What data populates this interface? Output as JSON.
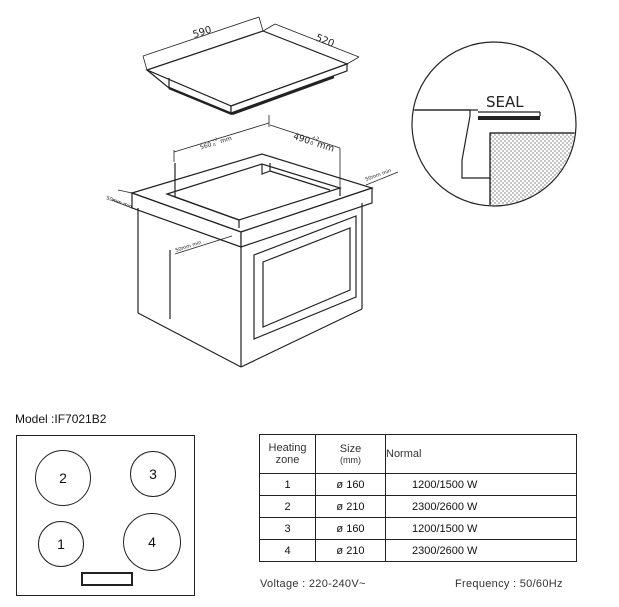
{
  "dimensions": {
    "hob_width": "590",
    "hob_depth": "520",
    "cutout_width": "560",
    "cutout_width_tol": "+2",
    "cutout_width_tol_low": "0",
    "cutout_width_unit": "mm",
    "cutout_depth": "490",
    "cutout_depth_tol": "+2",
    "cutout_depth_tol_low": "0",
    "cutout_depth_unit": "mm",
    "clearance_right": "50mm min",
    "clearance_left": "50mm min",
    "clearance_front": "50mm min"
  },
  "detail": {
    "seal_label": "SEAL"
  },
  "model": {
    "label": "Model :",
    "value": "IF7021B2"
  },
  "hob_layout": {
    "zones": [
      {
        "label": "2"
      },
      {
        "label": "3"
      },
      {
        "label": "1"
      },
      {
        "label": "4"
      }
    ]
  },
  "table": {
    "headers": {
      "zone_line1": "Heating",
      "zone_line2": "zone",
      "size_line1": "Size",
      "size_line2": "(mm)",
      "power": "Normal"
    },
    "rows": [
      {
        "zone": "1",
        "size": "ø 160",
        "power": "1200/1500 W"
      },
      {
        "zone": "2",
        "size": "ø 210",
        "power": "2300/2600 W"
      },
      {
        "zone": "3",
        "size": "ø 160",
        "power": "1200/1500 W"
      },
      {
        "zone": "4",
        "size": "ø 210",
        "power": "2300/2600 W"
      }
    ]
  },
  "footer": {
    "voltage": "Voltage : 220-240V~",
    "frequency": "Frequency : 50/60Hz"
  }
}
